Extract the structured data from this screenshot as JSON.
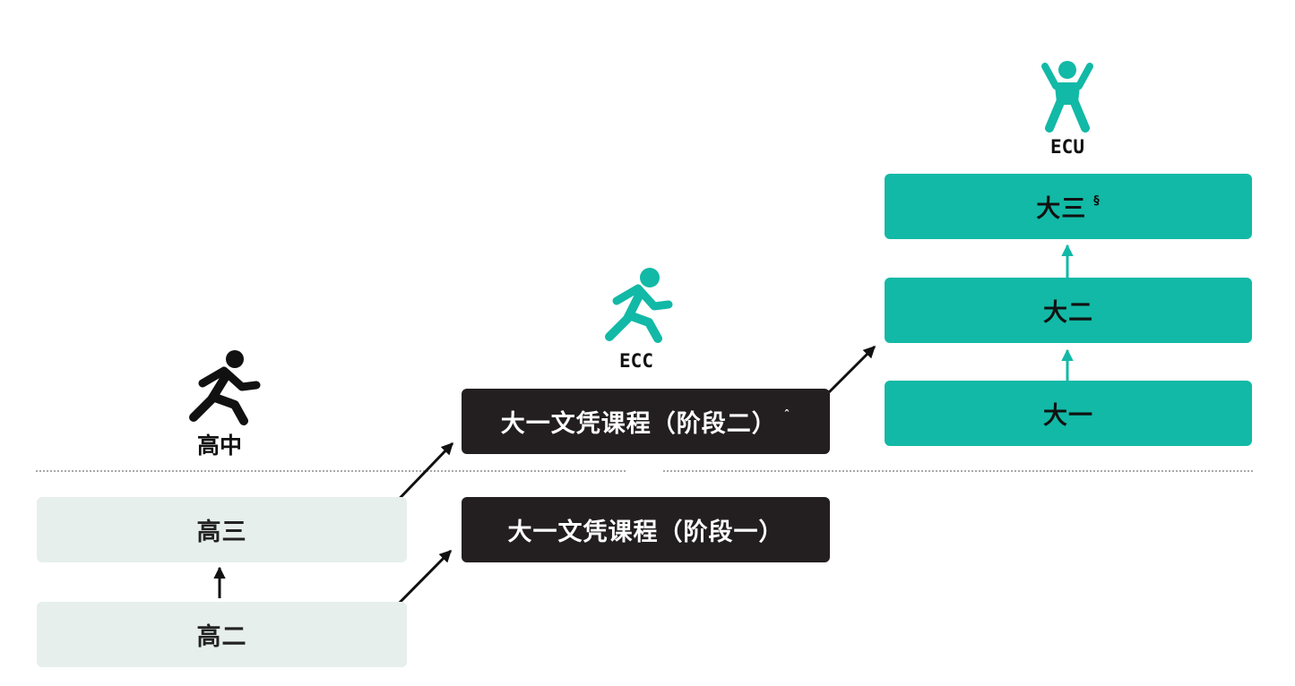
{
  "colors": {
    "teal": "#12b9a6",
    "dark": "#231f20",
    "light": "#e6efec",
    "black": "#111111"
  },
  "high_school": {
    "label": "高中",
    "icon": "running-person-icon",
    "grade_12": "高三",
    "grade_11": "高二"
  },
  "ecc": {
    "label": "ECC",
    "icon": "running-person-icon",
    "stage_two": "大一文凭课程（阶段二）",
    "stage_two_mark": "ˆ",
    "stage_one": "大一文凭课程（阶段一）"
  },
  "ecu": {
    "label": "ECU",
    "icon": "celebrating-person-icon",
    "year_three": "大三",
    "year_three_mark": "§",
    "year_two": "大二",
    "year_one": "大一"
  }
}
